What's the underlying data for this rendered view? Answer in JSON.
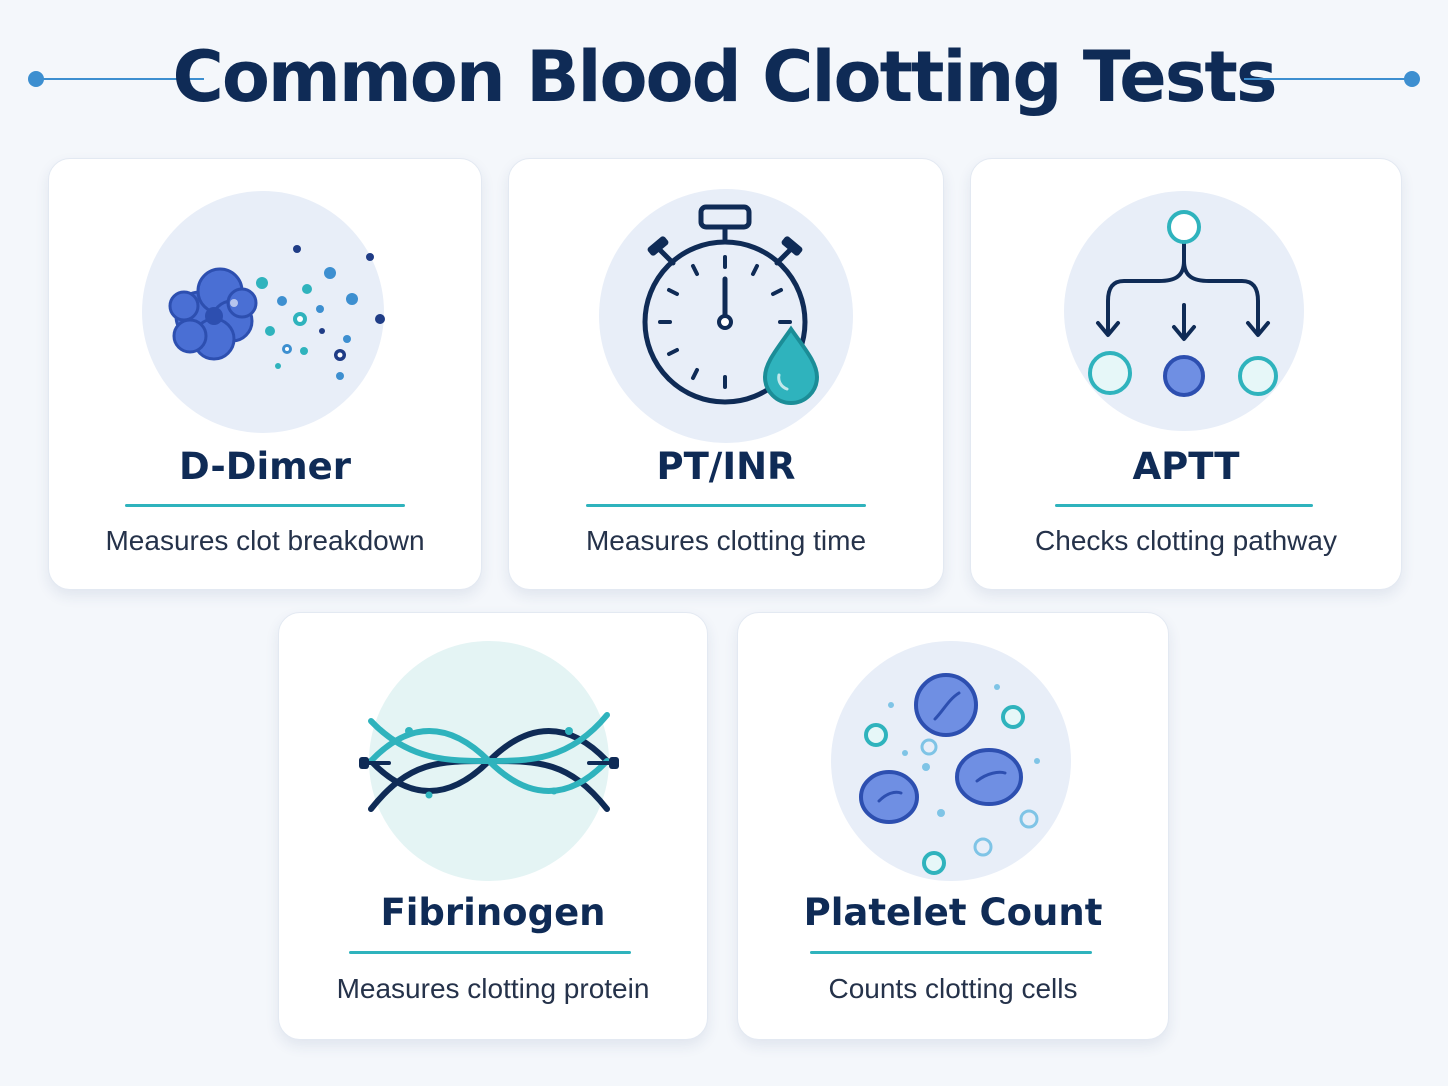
{
  "title": "Common Blood Clotting Tests",
  "colors": {
    "navy": "#0f2b56",
    "accent_blue": "#3d8fd0",
    "teal": "#2fb3bd",
    "royal_blue": "#4a6fd4",
    "background": "#f4f7fb"
  },
  "tests": [
    {
      "name": "D-Dimer",
      "description": "Measures clot breakdown",
      "icon": "clot-breakdown-icon"
    },
    {
      "name": "PT/INR",
      "description": "Measures clotting time",
      "icon": "stopwatch-drop-icon"
    },
    {
      "name": "APTT",
      "description": "Checks clotting pathway",
      "icon": "pathway-branch-icon"
    },
    {
      "name": "Fibrinogen",
      "description": "Measures clotting protein",
      "icon": "fibrin-strands-icon"
    },
    {
      "name": "Platelet Count",
      "description": "Counts clotting cells",
      "icon": "platelet-cells-icon"
    }
  ]
}
